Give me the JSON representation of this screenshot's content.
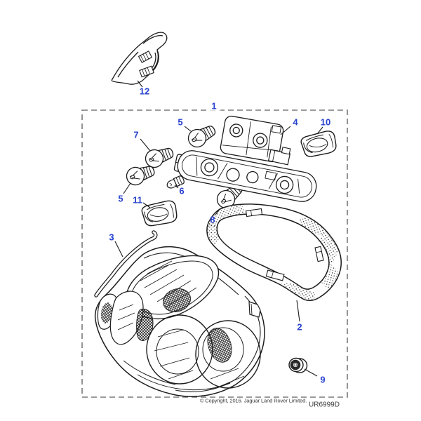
{
  "diagram": {
    "type": "exploded-parts-diagram",
    "callouts": {
      "c1": "1",
      "c2": "2",
      "c3": "3",
      "c4": "4",
      "c5a": "5",
      "c5b": "5",
      "c6": "6",
      "c7": "7",
      "c8": "8",
      "c9": "9",
      "c10": "10",
      "c11": "11",
      "c12": "12"
    }
  },
  "footer": {
    "copyright": "© Copyright, 2016. Jaguar Land Rover Limited.",
    "code": "UR6999D"
  },
  "colors": {
    "callout": "#2843cf",
    "line": "#1c1c1c",
    "border": "#7a7a7a",
    "background": "#ffffff"
  }
}
